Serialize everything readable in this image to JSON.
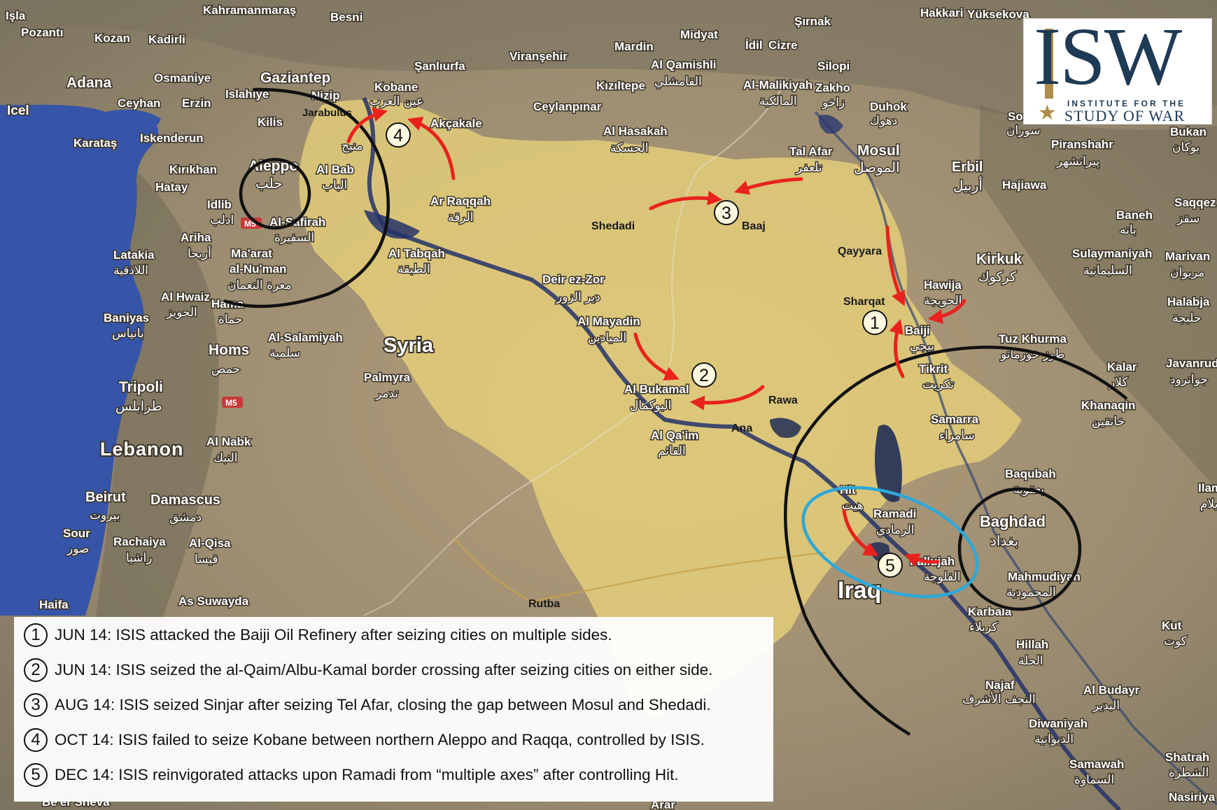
{
  "colors": {
    "sea": "#3655a8",
    "terrain": "#8f8672",
    "isis_zone": "#e8d27a",
    "arrow": "#e8231d",
    "circle": "#111111",
    "ramadi_ellipse": "#2ea8d8",
    "logo_navy": "#1e3a55",
    "logo_gold": "#b08d4a"
  },
  "logo": {
    "main": "ISW",
    "line1": "INSTITUTE FOR THE",
    "line2": "STUDY OF WAR",
    "icon": "star-icon"
  },
  "markers": [
    "1",
    "2",
    "3",
    "4",
    "5"
  ],
  "legend": [
    {
      "num": "1",
      "text": "JUN 14: ISIS attacked the Baiji Oil Refinery after seizing cities on multiple sides."
    },
    {
      "num": "2",
      "text": "JUN 14: ISIS seized the al-Qaim/Albu-Kamal border crossing after seizing cities on either side."
    },
    {
      "num": "3",
      "text": "AUG 14: ISIS seized Sinjar after seizing Tel Afar, closing the gap between Mosul and Shedadi."
    },
    {
      "num": "4",
      "text": "OCT 14: ISIS failed to seize Kobane between northern Aleppo and Raqqa, controlled by ISIS."
    },
    {
      "num": "5",
      "text": "DEC 14: ISIS reinvigorated attacks upon Ramadi from “multiple axes” after controlling Hit."
    }
  ],
  "countries": {
    "syria": "Syria",
    "iraq": "Iraq",
    "lebanon": "Lebanon"
  },
  "dark_labels": {
    "jarabulus": "Jarabulus",
    "shedadi": "Shedadi",
    "baaj": "Baaj",
    "qayyara": "Qayyara",
    "sharqat": "Sharqat",
    "rawa": "Rawa",
    "ana": "Ana",
    "rutba": "Rutba"
  },
  "places": {
    "kahramanmaras": "Kahramanmaraş",
    "besni": "Besni",
    "isla": "Işla",
    "pozanti": "Pozantı",
    "kozan": "Kozan",
    "kadirli": "Kadirli",
    "osmaniye": "Osmaniye",
    "adana": "Adana",
    "ceyhan": "Ceyhan",
    "erzin": "Erzin",
    "icel": "Icel",
    "karatas": "Karataş",
    "iskenderun": "Iskenderun",
    "kirikhan": "Kırıkhan",
    "hatay": "Hatay",
    "gaziantep": "Gaziantep",
    "islahiye": "Islahiye",
    "nizip": "Nizip",
    "kilis": "Kilis",
    "sanliurfa": "Şanlıurfa",
    "kobane": "Kobane",
    "kobane_ar": "عين العرب",
    "akcakale": "Akçakale",
    "viransehir": "Viranşehir",
    "ceylanpinar": "Ceylanpınar",
    "midyat": "Midyat",
    "mardin": "Mardin",
    "kiziltepe": "Kızıltepe",
    "qamishli": "Al Qamishli",
    "qamishli_ar": "القامشلي",
    "idil": "İdil",
    "cizre": "Cizre",
    "sirnak": "Şırnak",
    "silopi": "Silopi",
    "malikiyah": "Al-Malikiyah",
    "malikiyah_ar": "المالكية",
    "zakho": "Zakho",
    "zakho_ar": "زاخو",
    "duhok": "Duhok",
    "duhok_ar": "دهوك",
    "hakkari": "Hakkari",
    "yuksekova": "Yüksekova",
    "hasakah": "Al Hasakah",
    "hasakah_ar": "الحسكة",
    "tal_afar": "Tal Afar",
    "tal_afar_ar": "تلعفر",
    "mosul": "Mosul",
    "mosul_ar": "الموصل",
    "erbil": "Erbil",
    "erbil_ar": "أربيل",
    "soran": "Soran",
    "soran_ar": "سوران",
    "piranshahr": "Piranshahr",
    "piranshahr_ar": "پیرانشهر",
    "bukan": "Bukan",
    "bukan_ar": "بوکان",
    "hajiawa": "Hajiawa",
    "baneh": "Baneh",
    "baneh_ar": "بانه",
    "saqqez": "Saqqez",
    "saqqez_ar": "سقز",
    "aleppo": "Aleppo",
    "aleppo_ar": "حلب",
    "al_bab": "Al Bab",
    "al_bab_ar": "الباب",
    "manbij_ar": "منبج",
    "idlib": "Idlib",
    "idlib_ar": "ادلب",
    "safirah": "Al-Safirah",
    "safirah_ar": "السفيرة",
    "raqqah": "Ar Raqqah",
    "raqqah_ar": "الرقة",
    "tabqah": "Al Tabqah",
    "tabqah_ar": "الطبقة",
    "ariha": "Ariha",
    "ariha_ar": "أريحا",
    "latakia": "Latakia",
    "latakia_ar": "اللاذقية",
    "maarat": "Ma'arat",
    "numan": "al-Nu'man",
    "maarat_ar": "معرة النعمان",
    "deir_ez_zor": "Deir ez-Zor",
    "deir_ez_zor_ar": "دير الزور",
    "mayadin": "Al Mayadin",
    "mayadin_ar": "الميادين",
    "hama": "Hama",
    "hama_ar": "حماة",
    "al_hwaiz": "Al Hwaiz",
    "al_hwaiz_ar": "الحويز",
    "baniyas": "Baniyas",
    "baniyas_ar": "بانياس",
    "salamiyah": "Al-Salamiyah",
    "salamiyah_ar": "سلمية",
    "homs": "Homs",
    "homs_ar": "حمص",
    "tripoli": "Tripoli",
    "tripoli_ar": "طرابلس",
    "palmyra": "Palmyra",
    "palmyra_ar": "تدمر",
    "bukamal": "Al Bukamal",
    "bukamal_ar": "البوكمال",
    "qaim": "Al Qa'im",
    "qaim_ar": "القائم",
    "kirkuk": "Kirkuk",
    "kirkuk_ar": "كركوك",
    "sulaymaniyah": "Sulaymaniyah",
    "sulaymaniyah_ar": "السليمانية",
    "marivan": "Marivan",
    "marivan_ar": "مریوان",
    "hawija": "Hawija",
    "hawija_ar": "الحويجة",
    "halabja": "Halabja",
    "halabja_ar": "حلبجة",
    "baiji": "Baiji",
    "baiji_ar": "بيجي",
    "tuz_khurma": "Tuz Khurma",
    "tuz_khurma_ar": "طوز خورماتو",
    "kalar": "Kalar",
    "kalar_ar": "كلار",
    "javanrud": "Javanrud",
    "javanrud_ar": "جوانرود",
    "tikrit": "Tikrit",
    "tikrit_ar": "تكريت",
    "khanaqin": "Khanaqin",
    "khanaqin_ar": "خانقين",
    "samarra": "Samarra",
    "samarra_ar": "سامراء",
    "nabk": "Al Nabk",
    "nabk_ar": "النبك",
    "beirut": "Beirut",
    "beirut_ar": "بيروت",
    "damascus": "Damascus",
    "damascus_ar": "دمشق",
    "sour": "Sour",
    "sour_ar": "صور",
    "rachaiya": "Rachaiya",
    "rachaiya_ar": "راشيا",
    "qisa": "Al-Qisa",
    "qisa_ar": "قيسا",
    "haifa": "Haifa",
    "suwayda": "As Suwayda",
    "beer_sheva": "Be'er Sheva",
    "baqubah": "Baqubah",
    "baqubah_ar": "بعقوبة",
    "hit": "Hit",
    "hit_ar": "هيت",
    "ramadi": "Ramadi",
    "ramadi_ar": "الرمادي",
    "baghdad": "Baghdad",
    "baghdad_ar": "بغداد",
    "fallujah": "Fallujah",
    "fallujah_ar": "الفلوجة",
    "mahmudiyah": "Mahmudiyah",
    "mahmudiyah_ar": "المحمودية",
    "ilam": "Ilam",
    "ilam_ar": "ایلام",
    "karbala": "Karbala",
    "karbala_ar": "كربلاء",
    "kut": "Kut",
    "kut_ar": "كوت",
    "hillah": "Hillah",
    "hillah_ar": "الحلة",
    "najaf": "Najaf",
    "najaf_ar": "النجف الأشرف",
    "budayr": "Al Budayr",
    "budayr_ar": "البدير",
    "diwaniyah": "Diwaniyah",
    "diwaniyah_ar": "الديوانية",
    "samawah": "Samawah",
    "samawah_ar": "السماوة",
    "shatrah": "Shatrah",
    "shatrah_ar": "الشطرة",
    "nasiriya": "Nasiriya",
    "arar": "Arar",
    "m5": "M5"
  }
}
